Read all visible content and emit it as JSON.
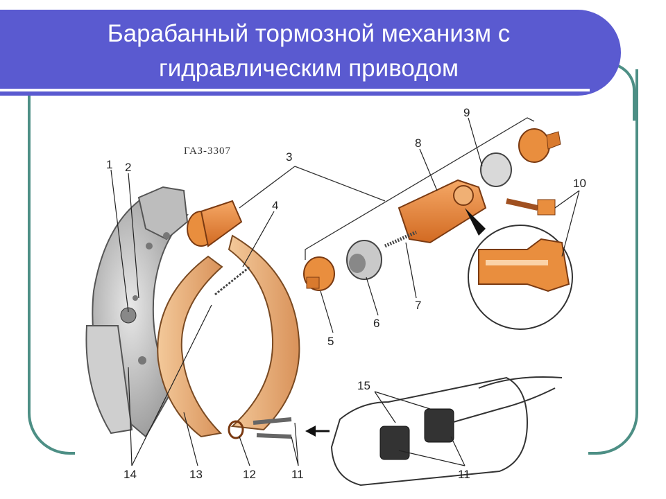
{
  "slide": {
    "title_line1": "Барабанный тормозной механизм с",
    "title_line2": "гидравлическим приводом",
    "model_label": "ГАЗ-3307",
    "accent_color": "#5a5ad0",
    "frame_color": "#4d8f85"
  },
  "labels": {
    "n1": "1",
    "n2": "2",
    "n3": "3",
    "n4": "4",
    "n5": "5",
    "n6": "6",
    "n7": "7",
    "n8": "8",
    "n9": "9",
    "n10": "10",
    "n11a": "11",
    "n11b": "11",
    "n12": "12",
    "n13": "13",
    "n14": "14",
    "n15": "15"
  }
}
